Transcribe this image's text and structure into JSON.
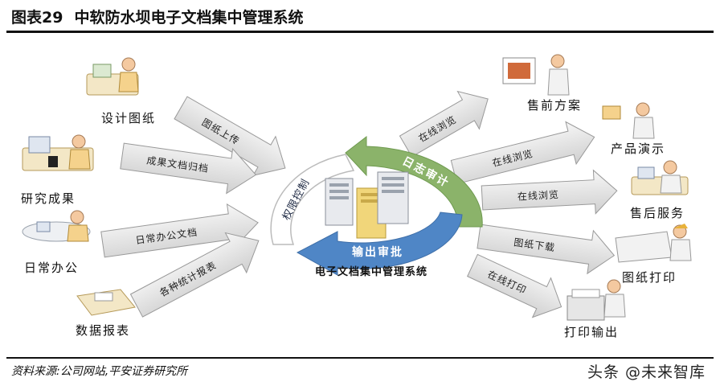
{
  "header": {
    "figure_number": "图表29",
    "title": "中软防水坝电子文档集中管理系统"
  },
  "center": {
    "system_title": "电子文档集中管理系统",
    "cycle_labels": {
      "permission": "权限控制",
      "audit": "日志审计",
      "output": "输出审批"
    },
    "colors": {
      "green": "#8bb36a",
      "blue": "#4f86c6",
      "white": "#ffffff"
    }
  },
  "left_nodes": [
    {
      "label": "设计图纸",
      "arrow": "图纸上传"
    },
    {
      "label": "研究成果",
      "arrow": "成果文档归档"
    },
    {
      "label": "日常办公",
      "arrow": "日常办公文档"
    },
    {
      "label": "数据报表",
      "arrow": "各种统计报表"
    }
  ],
  "right_nodes": [
    {
      "label": "售前方案",
      "arrow": "在线浏览"
    },
    {
      "label": "产品演示",
      "arrow": "在线浏览"
    },
    {
      "label": "售后服务",
      "arrow": "在线浏览"
    },
    {
      "label": "图纸打印",
      "arrow": "图纸下载"
    },
    {
      "label": "打印输出",
      "arrow": "在线打印"
    }
  ],
  "footer": {
    "source": "资料来源:公司网站,平安证券研究所",
    "watermark": "头条 @未来智库"
  }
}
